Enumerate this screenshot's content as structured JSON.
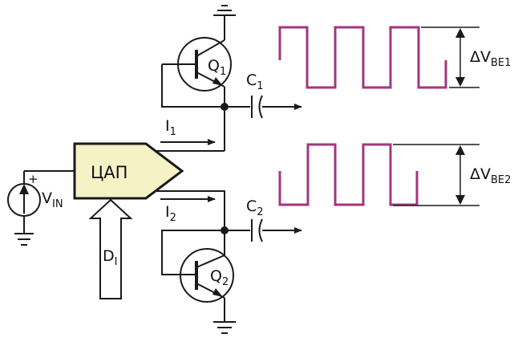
{
  "dac": {
    "label": "ЦАП"
  },
  "source": {
    "name": "V",
    "sub": "IN",
    "plus": "+"
  },
  "digital_input": {
    "name": "D",
    "sub": "I"
  },
  "transistors": {
    "q1": {
      "name": "Q",
      "sub": "1"
    },
    "q2": {
      "name": "Q",
      "sub": "2"
    }
  },
  "capacitors": {
    "c1": {
      "name": "C",
      "sub": "1"
    },
    "c2": {
      "name": "C",
      "sub": "2"
    }
  },
  "currents": {
    "i1": {
      "name": "I",
      "sub": "1"
    },
    "i2": {
      "name": "I",
      "sub": "2"
    }
  },
  "amplitudes": {
    "vbe1": {
      "name": "ΔV",
      "sub": "BE1"
    },
    "vbe2": {
      "name": "ΔV",
      "sub": "BE2"
    }
  },
  "colors": {
    "wire": "#1a1a1a",
    "dac_fill": "#f5f2c6",
    "waveform": "#a3367e"
  }
}
